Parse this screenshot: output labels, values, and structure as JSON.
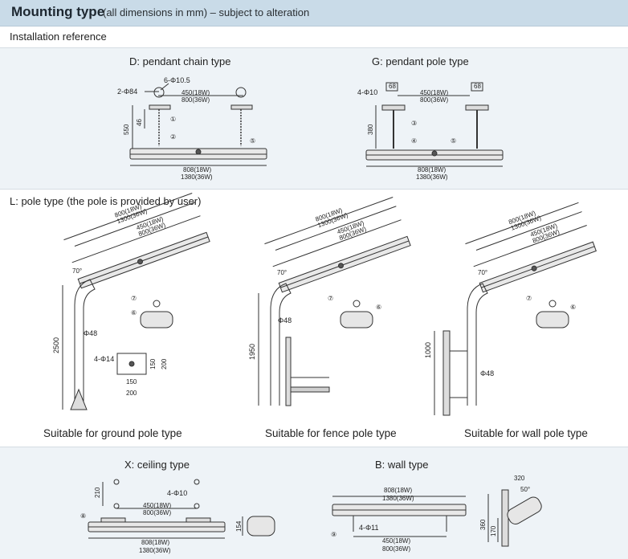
{
  "header": {
    "title": "Mounting type",
    "subtitle": "(all dimensions in mm) – subject to alteration"
  },
  "install_ref": "Installation reference",
  "panels": {
    "d": {
      "title": "D: pendant chain type",
      "dims": {
        "holes": "6-Φ10.5",
        "dia": "2-Φ84",
        "h46": "46",
        "h550": "550",
        "span18": "450(18W)",
        "span36": "800(36W)",
        "len18": "808(18W)",
        "len36": "1380(36W)"
      },
      "markers": [
        "①",
        "②",
        "⑤"
      ]
    },
    "g": {
      "title": "G: pendant pole type",
      "dims": {
        "holes": "4-Φ10",
        "w68a": "68",
        "w68b": "68",
        "h380": "380",
        "span18": "450(18W)",
        "span36": "800(36W)",
        "len18": "808(18W)",
        "len36": "1380(36W)"
      },
      "markers": [
        "③",
        "④",
        "⑤"
      ]
    }
  },
  "pole_section": {
    "title": "L: pole type (the pole is provided by user)",
    "angle": "70°",
    "len18": "800(18W)",
    "len36": "1300(36W)",
    "span18": "450(18W)",
    "span36": "800(36W)",
    "markers": [
      "⑦",
      "⑥"
    ],
    "ground": {
      "height": "2500",
      "dia": "Φ48",
      "holes": "4-Φ14",
      "d150a": "150",
      "d200a": "200",
      "d150b": "150",
      "d200b": "200",
      "caption": "Suitable for ground pole type"
    },
    "fence": {
      "height": "1950",
      "dia": "Φ48",
      "caption": "Suitable for fence pole type"
    },
    "wall": {
      "height": "1000",
      "dia": "Φ48",
      "caption": "Suitable for wall pole type"
    }
  },
  "bottom": {
    "x": {
      "title": "X: ceiling type",
      "dims": {
        "h210": "210",
        "holes": "4-Φ10",
        "span18": "450(18W)",
        "span36": "800(36W)",
        "len18": "808(18W)",
        "len36": "1380(36W)",
        "h154": "154"
      },
      "marker": "⑧"
    },
    "b": {
      "title": "B: wall type",
      "dims": {
        "len18": "808(18W)",
        "len36": "1380(36W)",
        "holes": "4-Φ11",
        "span18": "450(18W)",
        "span36": "800(36W)",
        "h360": "360",
        "h170": "170",
        "w320": "320",
        "ang": "50°"
      },
      "marker": "⑨"
    }
  }
}
